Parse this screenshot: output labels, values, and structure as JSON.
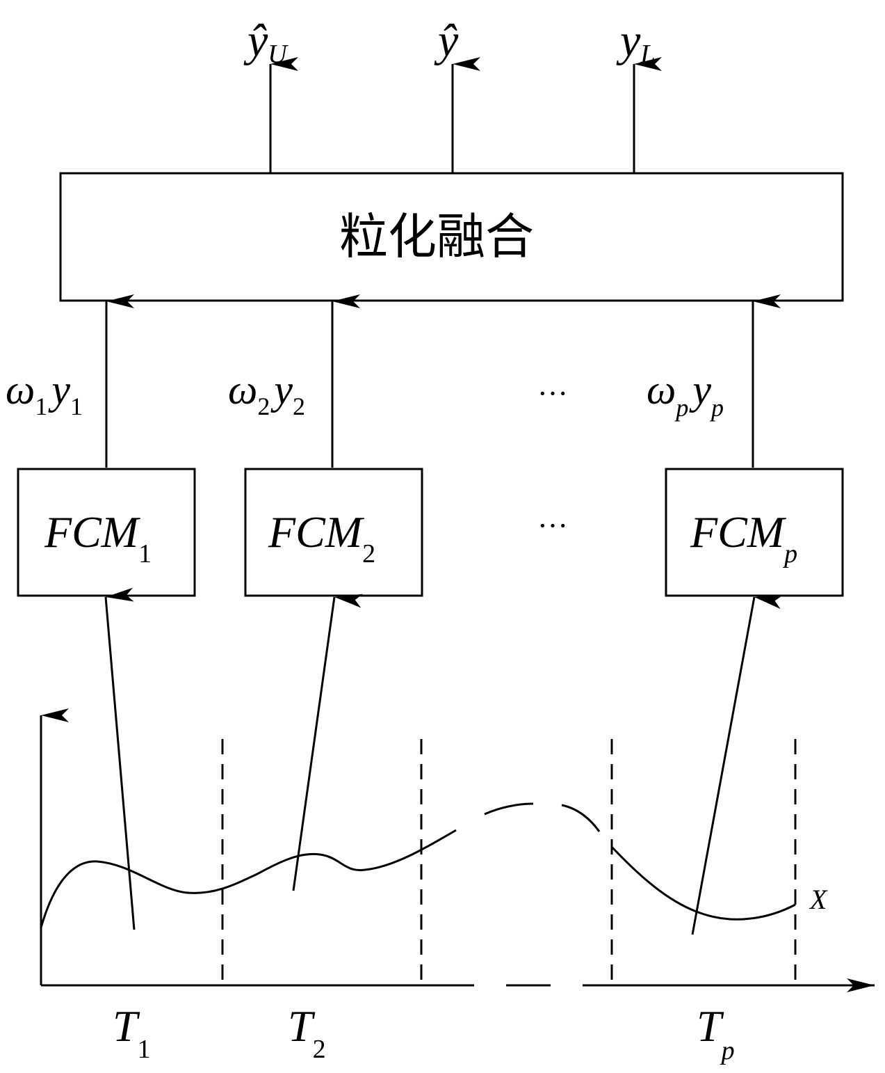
{
  "fusion_block": {
    "label": "粒化融合"
  },
  "outputs": [
    {
      "base": "ŷ",
      "sub": "U"
    },
    {
      "base": "ŷ",
      "sub": ""
    },
    {
      "base": "y",
      "sub": "L"
    }
  ],
  "fcm_blocks": [
    {
      "base": "FCM",
      "sub": "1"
    },
    {
      "base": "FCM",
      "sub": "2"
    },
    {
      "base": "FCM",
      "sub": "p"
    }
  ],
  "weights": [
    {
      "w": "ω",
      "w_sub": "1",
      "y": "y",
      "y_sub": "1"
    },
    {
      "w": "ω",
      "w_sub": "2",
      "y": "y",
      "y_sub": "2"
    },
    {
      "w": "ω",
      "w_sub": "p",
      "y": "y",
      "y_sub": "p"
    }
  ],
  "ellipsis": "···",
  "signal_label": "X",
  "segments": [
    {
      "base": "T",
      "sub": "1"
    },
    {
      "base": "T",
      "sub": "2"
    },
    {
      "base": "T",
      "sub": "p"
    }
  ]
}
